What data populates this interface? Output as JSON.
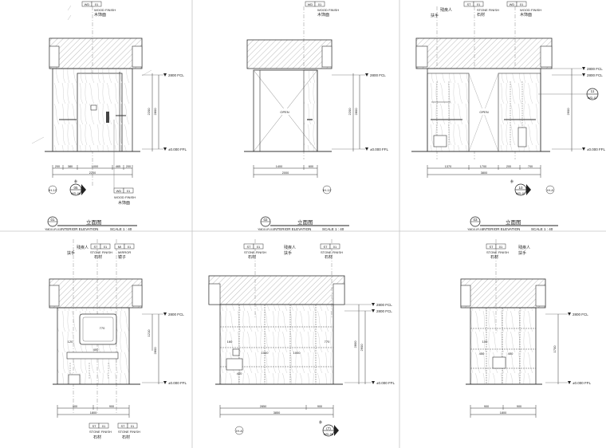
{
  "tags": {
    "wood": {
      "code": "WD",
      "num": "01",
      "en": "WOOD FINISH",
      "cn": "木饰面"
    },
    "stone": {
      "code": "ST",
      "num": "01",
      "en": "STONE FINISH",
      "cn": "石材"
    },
    "mirror": {
      "code": "MI",
      "num": "01",
      "en": "MIRROR",
      "cn": "镜子"
    }
  },
  "rail_note": {
    "l1": "残疾人",
    "l2": "扶手"
  },
  "levels": {
    "ceiling": "2800 FCL",
    "floor": "±0.000 FFL"
  },
  "opening": "OPEN",
  "refs": {
    "p1_section": {
      "num": "05",
      "sheet": "WD-06",
      "ref": "参"
    },
    "p3_section": {
      "num": "10",
      "sheet": "WD-07",
      "ref": "参"
    },
    "p3_detail": {
      "num": "11",
      "sheet": "WD-07"
    },
    "p5_section": {
      "num": "(7)",
      "sheet": "WD-06",
      "ref": "参"
    }
  },
  "grids": {
    "p1": "IH-12",
    "p2": "IH-12",
    "p3": "IH-8",
    "p5": "IH-8"
  },
  "titles": [
    {
      "num": "01",
      "code": "YMDX-IR-01",
      "cn": "立面图",
      "en": "INTERIOR ELEVATION",
      "scale": "SCALE 1 : 40"
    },
    {
      "num": "02",
      "code": "YMDX-IR-01",
      "cn": "立面图",
      "en": "INTERIOR ELEVATION",
      "scale": "SCALE 1 : 40"
    },
    {
      "num": "03",
      "code": "YMDX-IR-01",
      "cn": "立面图",
      "en": "INTERIOR ELEVATION",
      "scale": "SCALE 1 : 40"
    }
  ],
  "dims": {
    "p1_bottom": [
      "200",
      "380",
      "1000",
      "465",
      "200"
    ],
    "p1_total": "2200",
    "p1_right_h": "2200",
    "p1_right_total": "2800",
    "p2_bottom": [
      "1400",
      "600"
    ],
    "p2_total": "2000",
    "p2_right_h": "2200",
    "p2_right_total": "2800",
    "p3_bottom": [
      "1370",
      "1700",
      "200",
      "700"
    ],
    "p3_total": "3800",
    "p3_right_h": "2600",
    "p4_bottom": [
      "900",
      "900"
    ],
    "p4_total": "1800",
    "p4_right_h": "1210",
    "p4_right_total": "2800",
    "p4_labels": [
      "770",
      "400",
      "120"
    ],
    "p5_bottom": [
      "2850",
      "900"
    ],
    "p5_total": "3850",
    "p5_right_total": "2800",
    "p5_right_h": "2600",
    "p5_labels": [
      "160",
      "1000",
      "1000",
      "770",
      "400"
    ],
    "p6_bottom": [
      "900",
      "900"
    ],
    "p6_total": "1800",
    "p6_right_h": "1700",
    "p6_labels": [
      "450",
      "400",
      "100"
    ]
  }
}
